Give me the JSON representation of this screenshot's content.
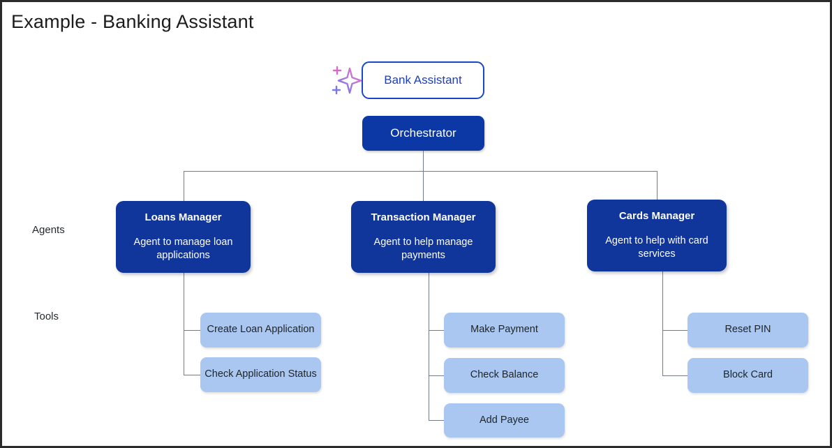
{
  "page": {
    "title": "Example - Banking Assistant",
    "background": "#ffffff",
    "border_color": "#2b2b2b"
  },
  "colors": {
    "agent_fill": "#10359b",
    "orchestrator_fill": "#0b38a4",
    "tool_fill": "#a9c7f1",
    "assistant_border": "#1a46c8",
    "assistant_text": "#1a3fc0",
    "connector": "#737b8c",
    "sparkle_gradient_start": "#e86bc0",
    "sparkle_gradient_end": "#6b6ce8"
  },
  "row_labels": {
    "agents": "Agents",
    "tools": "Tools"
  },
  "diagram": {
    "root": {
      "label": "Bank Assistant",
      "icon": "sparkle-icon"
    },
    "orchestrator": {
      "label": "Orchestrator"
    },
    "agents": [
      {
        "title": "Loans Manager",
        "description": "Agent to manage loan applications",
        "tools": [
          {
            "label": "Create Loan Application"
          },
          {
            "label": "Check Application Status"
          }
        ]
      },
      {
        "title": "Transaction Manager",
        "description": "Agent to help manage payments",
        "tools": [
          {
            "label": "Make Payment"
          },
          {
            "label": "Check Balance"
          },
          {
            "label": "Add Payee"
          }
        ]
      },
      {
        "title": "Cards Manager",
        "description": "Agent to help with card services",
        "tools": [
          {
            "label": "Reset PIN"
          },
          {
            "label": "Block Card"
          }
        ]
      }
    ]
  }
}
